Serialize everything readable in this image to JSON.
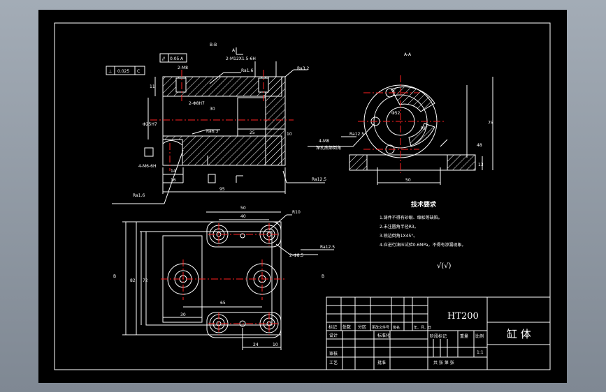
{
  "colors": {
    "background": "#000000",
    "line": "#ffffff",
    "centerline": "#ff2020",
    "frame_outer": "#8e97a3"
  },
  "front_view": {
    "section_label": "B-B",
    "section_mark": "A",
    "tolerance_parallel": "0.05",
    "tolerance_perp": "0.025",
    "datum_a": "A",
    "datum_c": "C",
    "hole_label_1": "2-M8",
    "hole_label_2": "2-Φ8H7",
    "hole_label_3": "2-M12X1.5-6H",
    "roughness_1": "Ra1.6",
    "roughness_2": "Ra3.2",
    "roughness_3": "Ra6.3",
    "roughness_4": "Ra12.5",
    "roughness_5": "Ra1.6",
    "dim_width": "95",
    "dim_16": "16",
    "dim_14": "14",
    "dim_10": "10",
    "dim_25": "25",
    "dim_30": "30",
    "dim_h": "11",
    "dim_bore": "Φ25H7",
    "dim_left": "4-M6-6H"
  },
  "side_view": {
    "section_label": "A-A",
    "thread_label": "4-M8",
    "note": "深孔底部倒角",
    "roughness": "Ra12.5",
    "dim_50": "50",
    "dim_75": "75",
    "dim_48": "48",
    "dim_13": "13",
    "dim_r": "R8",
    "dim_d": "Φ52"
  },
  "top_view": {
    "dim_50": "50",
    "dim_40": "40",
    "dim_r10": "R10",
    "dim_65": "65",
    "dim_30": "30",
    "dim_24": "24",
    "dim_10": "10",
    "dim_82": "82",
    "dim_72": "72",
    "hole_label": "2-Φ8.5",
    "roughness": "Ra12.5",
    "mark_b": "B"
  },
  "tech_req": {
    "title": "技术要求",
    "items": [
      "1.铸件不得有砂眼、缩松等缺陷。",
      "2.未注圆角半径R3。",
      "3.锐边倒角1X45°。",
      "4.应进行油压试验0.6MPa，不得有渗漏现象。"
    ],
    "roughness_symbol": "√(√)"
  },
  "title_block": {
    "material": "HT200",
    "part_name": "缸 体",
    "row1": [
      "标记",
      "处数",
      "分区",
      "更改文件号",
      "签名",
      "年、月、日"
    ],
    "designer": "设计",
    "standard": "标准化",
    "review": "审核",
    "process": "工艺",
    "approve": "批准",
    "stage": "阶段标记",
    "weight": "重量",
    "scale_label": "比例",
    "scale": "1:1",
    "sheet": "共  张  第  张"
  }
}
